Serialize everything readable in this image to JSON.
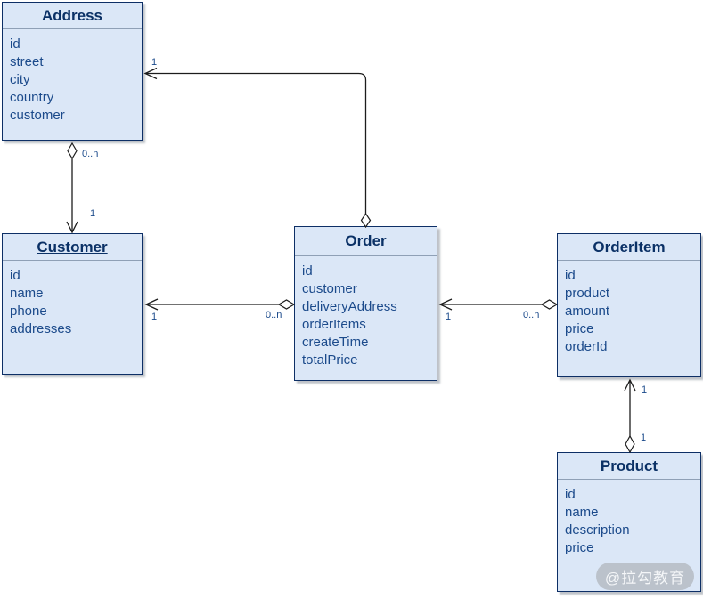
{
  "diagram": {
    "type": "uml-class-diagram",
    "colors": {
      "box_fill": "#dbe7f7",
      "box_border": "#0d2f66",
      "title_text": "#0b3166",
      "field_text": "#1b4a8b",
      "connector_line": "#1c1c1c",
      "multiplicity_text": "#1b4a8b",
      "watermark_bg": "#b9bfc7",
      "watermark_text": "#f4f6f8"
    }
  },
  "entities": [
    {
      "name": "Address",
      "underlined": false,
      "fields": [
        "id",
        "street",
        "city",
        "country",
        "customer"
      ]
    },
    {
      "name": "Customer",
      "underlined": true,
      "fields": [
        "id",
        "name",
        "phone",
        "addresses"
      ]
    },
    {
      "name": "Order",
      "underlined": false,
      "fields": [
        "id",
        "customer",
        "deliveryAddress",
        "orderItems",
        "createTime",
        "totalPrice"
      ]
    },
    {
      "name": "OrderItem",
      "underlined": false,
      "fields": [
        "id",
        "product",
        "amount",
        "price",
        "orderId"
      ]
    },
    {
      "name": "Product",
      "underlined": false,
      "fields": [
        "id",
        "name",
        "description",
        "price"
      ]
    }
  ],
  "relationships": [
    {
      "source": "Order",
      "target": "Address",
      "type": "aggregation",
      "source_label": "",
      "target_label": "1"
    },
    {
      "source": "Address",
      "target": "Customer",
      "type": "aggregation",
      "source_label": "0..n",
      "target_label": "1"
    },
    {
      "source": "Order",
      "target": "Customer",
      "type": "aggregation",
      "source_label": "0..n",
      "target_label": "1"
    },
    {
      "source": "OrderItem",
      "target": "Order",
      "type": "aggregation",
      "source_label": "0..n",
      "target_label": "1"
    },
    {
      "source": "Product",
      "target": "OrderItem",
      "type": "aggregation",
      "source_label": "1",
      "target_label": "1"
    }
  ],
  "watermark": {
    "text": "@拉勾教育"
  }
}
